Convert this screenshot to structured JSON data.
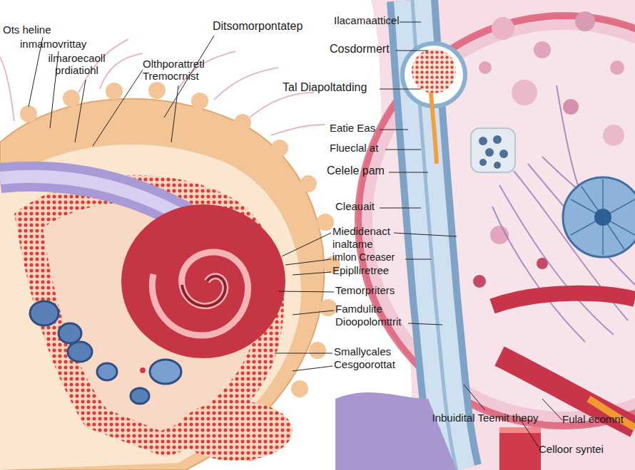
{
  "diagram": {
    "labels": [
      "Ots heline",
      "Ditsomorpontatep",
      "Ilacamaatticel",
      "inmamovrittay",
      "Cosdormert",
      "ilmaroecaoll prdiatiohl",
      "Olthporattretl Tremocrnist",
      "Tal Diapoltatding",
      "Eatie Eas",
      "Flueclal at",
      "Celele pam",
      "Cleauait",
      "Miedidenact",
      "inaltame",
      "imlon Creaser",
      "Epiplliretree",
      "Temorpriters",
      "Famdulite",
      "Dioopolomttrit",
      "Smallycales",
      "Cesgoorottat",
      "Inbuidital Teemit thepy",
      "Fulal ecomnt",
      "Celloor syntei"
    ]
  }
}
